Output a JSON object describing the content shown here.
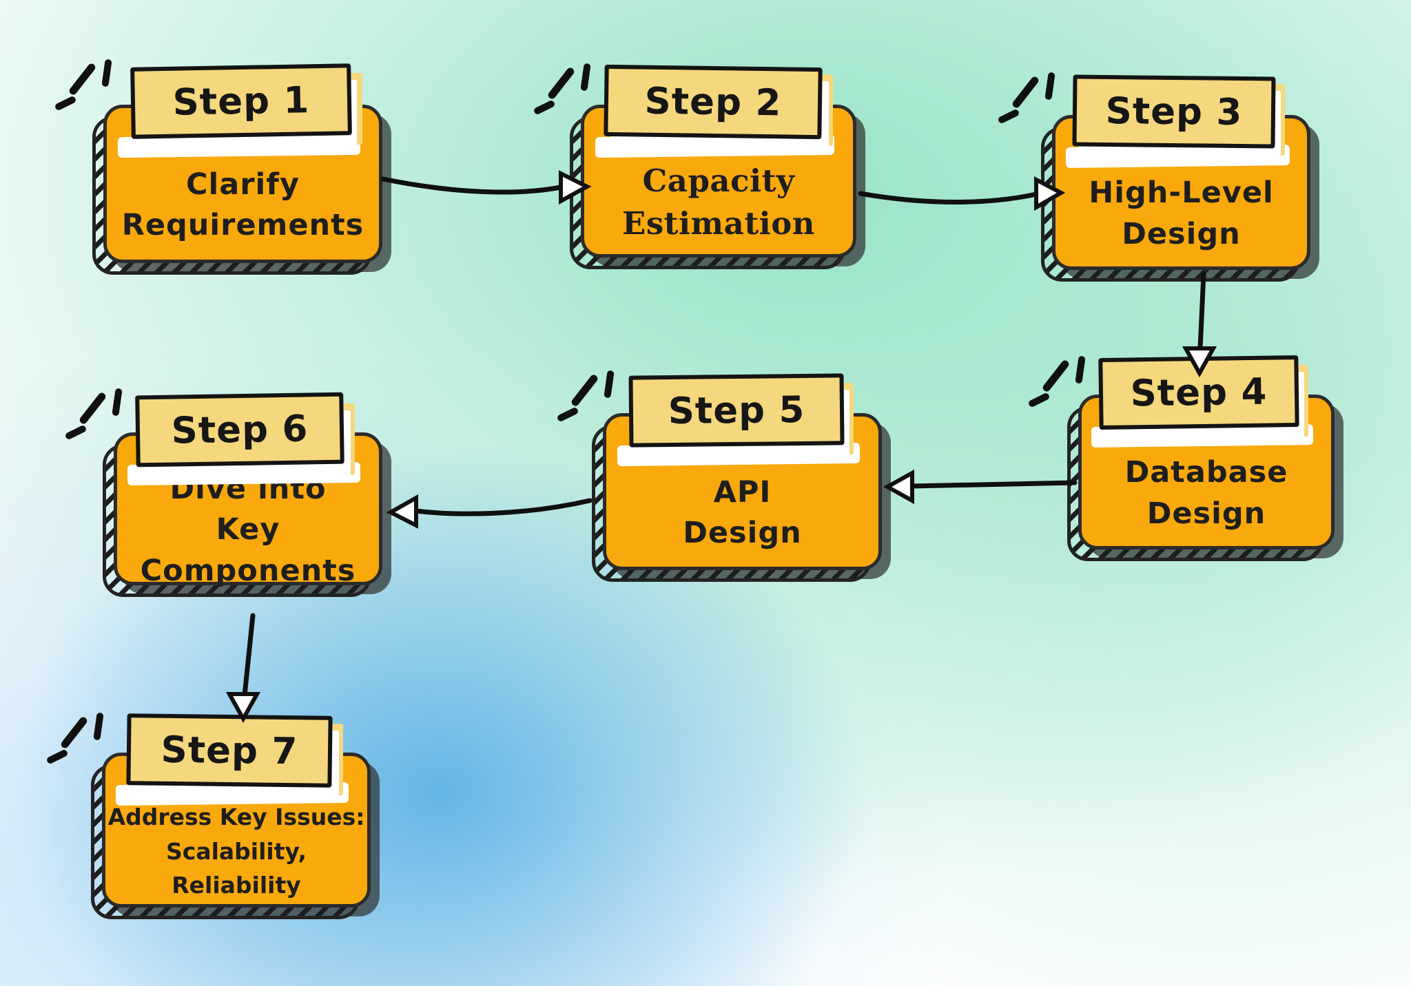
{
  "palette": {
    "box_orange": "#F9A90C",
    "label_yellow": "#F5D87D",
    "ink": "#1E1E1E",
    "bg_mint": "#A3E6CA",
    "bg_blue": "#58B0E2"
  },
  "steps": [
    {
      "label": "Step 1",
      "lines": [
        "Clarify",
        "Requirements"
      ]
    },
    {
      "label": "Step 2",
      "lines": [
        "Capacity",
        "Estimation"
      ]
    },
    {
      "label": "Step 3",
      "lines": [
        "High-Level",
        "Design"
      ]
    },
    {
      "label": "Step 4",
      "lines": [
        "Database",
        "Design"
      ]
    },
    {
      "label": "Step 5",
      "lines": [
        "API",
        "Design"
      ]
    },
    {
      "label": "Step 6",
      "lines": [
        "Dive into",
        "Key Components"
      ]
    },
    {
      "label": "Step 7",
      "lines": [
        "Address Key Issues:",
        "Scalability, Reliability"
      ]
    }
  ],
  "connectors": [
    {
      "from": "Step 1",
      "to": "Step 2",
      "direction": "right"
    },
    {
      "from": "Step 2",
      "to": "Step 3",
      "direction": "right"
    },
    {
      "from": "Step 3",
      "to": "Step 4",
      "direction": "down"
    },
    {
      "from": "Step 4",
      "to": "Step 5",
      "direction": "left"
    },
    {
      "from": "Step 5",
      "to": "Step 6",
      "direction": "left"
    },
    {
      "from": "Step 6",
      "to": "Step 7",
      "direction": "down"
    }
  ]
}
